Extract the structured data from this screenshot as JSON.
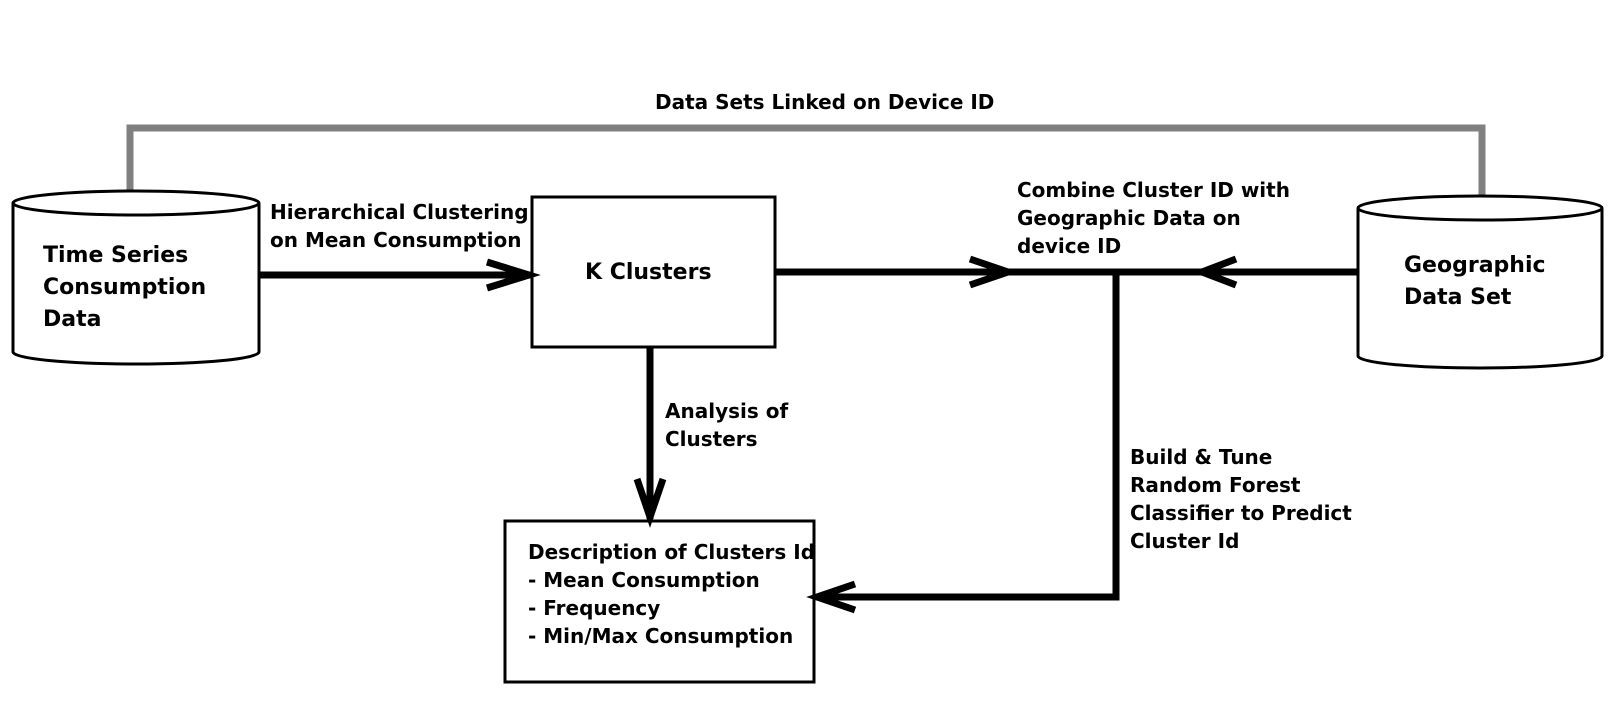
{
  "nodes": {
    "time_series": {
      "lines": [
        "Time Series",
        "Consumption",
        "Data"
      ]
    },
    "k_clusters": {
      "label": "K Clusters"
    },
    "geographic": {
      "lines": [
        "Geographic",
        "Data Set"
      ]
    },
    "description": {
      "lines": [
        "Description of Clusters Id",
        "- Mean Consumption",
        "- Frequency",
        "- Min/Max Consumption"
      ]
    }
  },
  "edges": {
    "link_label": "Data Sets Linked on Device ID",
    "hierarchical": {
      "lines": [
        "Hierarchical Clustering",
        "on Mean Consumption"
      ]
    },
    "combine": {
      "lines": [
        "Combine Cluster ID with",
        "Geographic Data on",
        "device ID"
      ]
    },
    "analysis": {
      "lines": [
        "Analysis of",
        "Clusters"
      ]
    },
    "build": {
      "lines": [
        "Build & Tune",
        "Random Forest",
        "Classifier to Predict",
        "Cluster Id"
      ]
    }
  },
  "colors": {
    "stroke": "#000000",
    "link_line": "#808080",
    "background": "#ffffff"
  }
}
